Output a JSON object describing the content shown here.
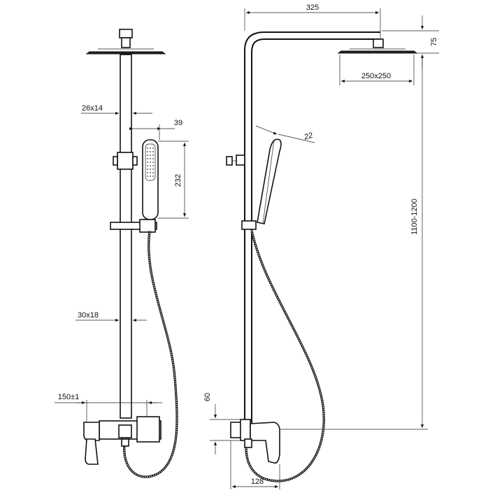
{
  "dimensions": {
    "width_325": "325",
    "height_75": "75",
    "head_250x250": "250x250",
    "pipe_26x14": "26x14",
    "offset_39": "39",
    "handshower_232": "232",
    "angle_22": "22",
    "height_1100_1200": "1100-1200",
    "bar_30x18": "30x18",
    "spacing_150": "150±1",
    "height_60": "60",
    "depth_128": "128"
  },
  "colors": {
    "line": "#111111",
    "background": "#ffffff"
  }
}
